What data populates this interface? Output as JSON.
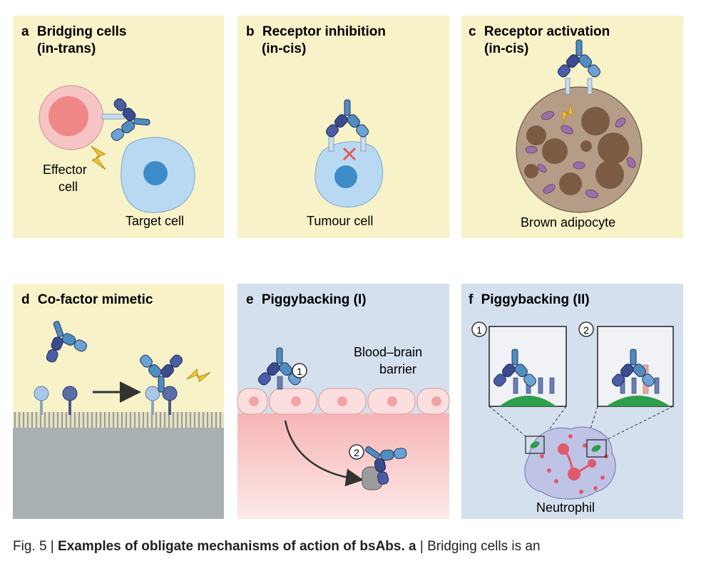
{
  "panels": {
    "a": {
      "letter": "a",
      "title_line1": "Bridging cells",
      "title_line2": "(in-trans)",
      "label_effector_1": "Effector",
      "label_effector_2": "cell",
      "label_target": "Target cell"
    },
    "b": {
      "letter": "b",
      "title_line1": "Receptor inhibition",
      "title_line2": "(in-cis)",
      "label_cell": "Tumour cell"
    },
    "c": {
      "letter": "c",
      "title_line1": "Receptor activation",
      "title_line2": "(in-cis)",
      "label_cell": "Brown adipocyte"
    },
    "d": {
      "letter": "d",
      "title": "Co-factor mimetic"
    },
    "e": {
      "letter": "e",
      "title": "Piggybacking (I)",
      "label_bbb_1": "Blood–brain",
      "label_bbb_2": "barrier",
      "step1": "1",
      "step2": "2"
    },
    "f": {
      "letter": "f",
      "title": "Piggybacking (II)",
      "step1": "1",
      "step2": "2",
      "label_cell": "Neutrophil"
    }
  },
  "caption": {
    "fig": "Fig. 5",
    "sep1": " | ",
    "bold": "Examples of obligate mechanisms of action of bsAbs.",
    "letter": " a",
    "sep2": " | ",
    "rest": "Bridging cells is an"
  },
  "colors": {
    "panel_yellow": "#f7f2c8",
    "panel_blue": "#d4e0ee",
    "antibody_light": "#4f8cc0",
    "antibody_dark": "#3a4c8f",
    "effector_cell": "#f6c4c4",
    "target_cell": "#b9d9f3",
    "adipocyte": "#b59c86",
    "membrane_green": "#2d9e4a",
    "neutrophil": "#bfc4e6"
  }
}
